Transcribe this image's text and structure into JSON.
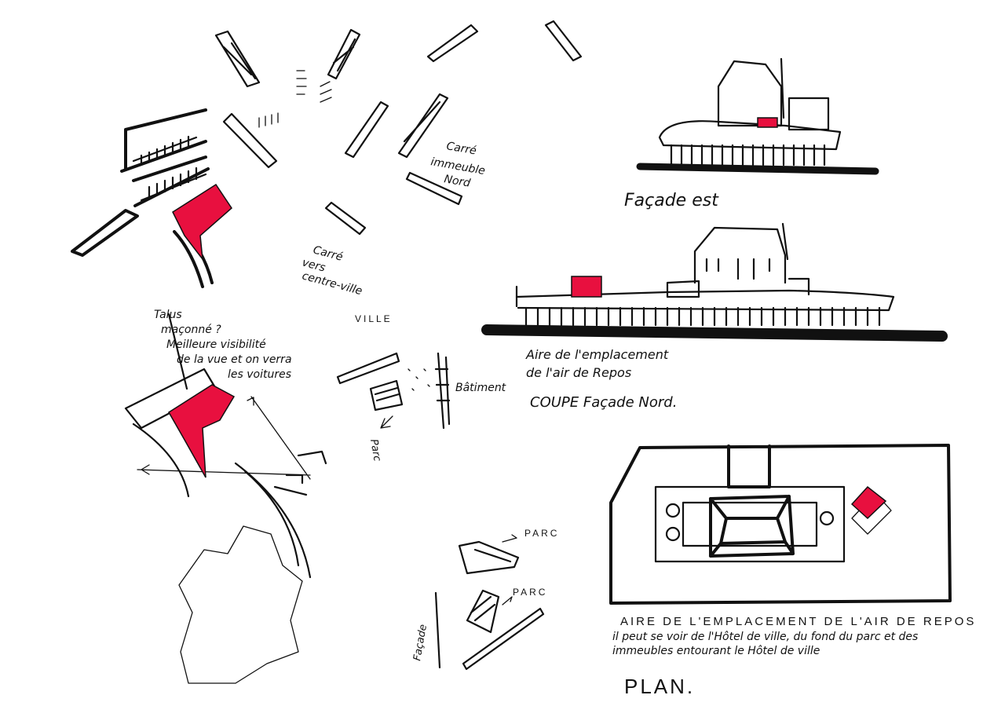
{
  "colors": {
    "ink": "#111111",
    "accent": "#e8103f",
    "paper": "#ffffff"
  },
  "labels": {
    "facade_est": "Façade est",
    "aire_line1": "Aire de l'emplacement",
    "aire_line2": "de l'air de Repos",
    "coupe": "COUPE Façade Nord.",
    "plan_caption_caps": "AIRE DE L'EMPLACEMENT DE L'AIR DE REPOS",
    "plan_caption_line1": "il peut se voir de l'Hôtel de ville, du fond du parc et des",
    "plan_caption_line2": "immeubles entourant le Hôtel de ville",
    "plan": "PLAN.",
    "talus_line1": "Talus",
    "talus_line2": "maçonné ?",
    "visib_line1": "Meilleure visibilité",
    "visib_line2": "de la vue et on verra",
    "visib_line3": "les voitures",
    "ville": "VILLE",
    "batiment": "Bâtiment",
    "parc_small": "Parc",
    "parc_1": "PARC",
    "parc_2": "PARC",
    "facade_vertical": "Façade",
    "carre_nord_1": "Carré",
    "carre_nord_2": "immeuble",
    "carre_nord_3": "Nord",
    "carre_centre_1": "Carré",
    "carre_centre_2": "vers",
    "carre_centre_3": "centre-ville"
  }
}
